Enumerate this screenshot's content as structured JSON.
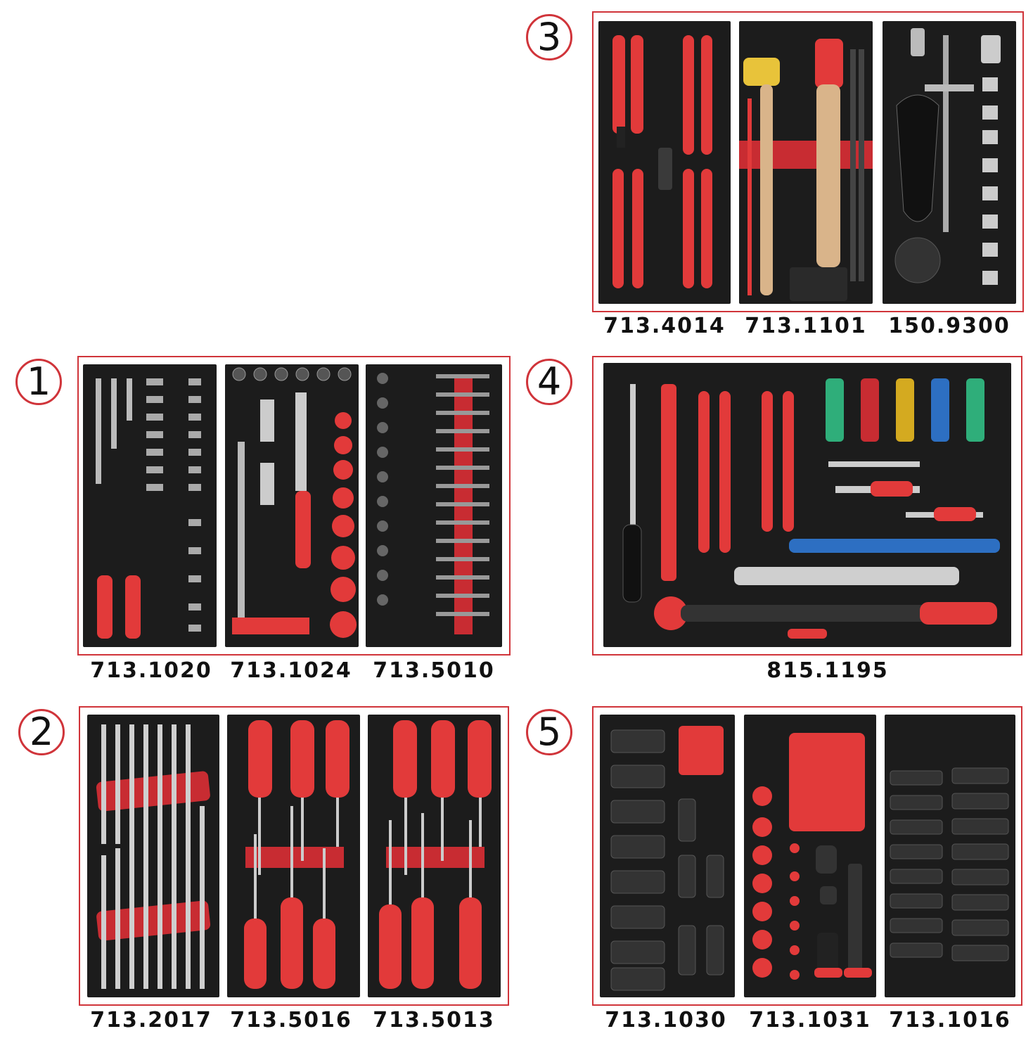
{
  "colors": {
    "accent_red": "#d0343a",
    "tray_foam": "#1c1c1c",
    "tool_red": "#e23a3a",
    "label_text": "#111111"
  },
  "groups": [
    {
      "number": "1",
      "codes": [
        "713.1020",
        "713.1024",
        "713.5010"
      ]
    },
    {
      "number": "2",
      "codes": [
        "713.2017",
        "713.5016",
        "713.5013"
      ]
    },
    {
      "number": "3",
      "codes": [
        "713.4014",
        "713.1101",
        "150.9300"
      ]
    },
    {
      "number": "4",
      "codes": [
        "815.1195"
      ]
    },
    {
      "number": "5",
      "codes": [
        "713.1030",
        "713.1031",
        "713.1016"
      ]
    }
  ]
}
